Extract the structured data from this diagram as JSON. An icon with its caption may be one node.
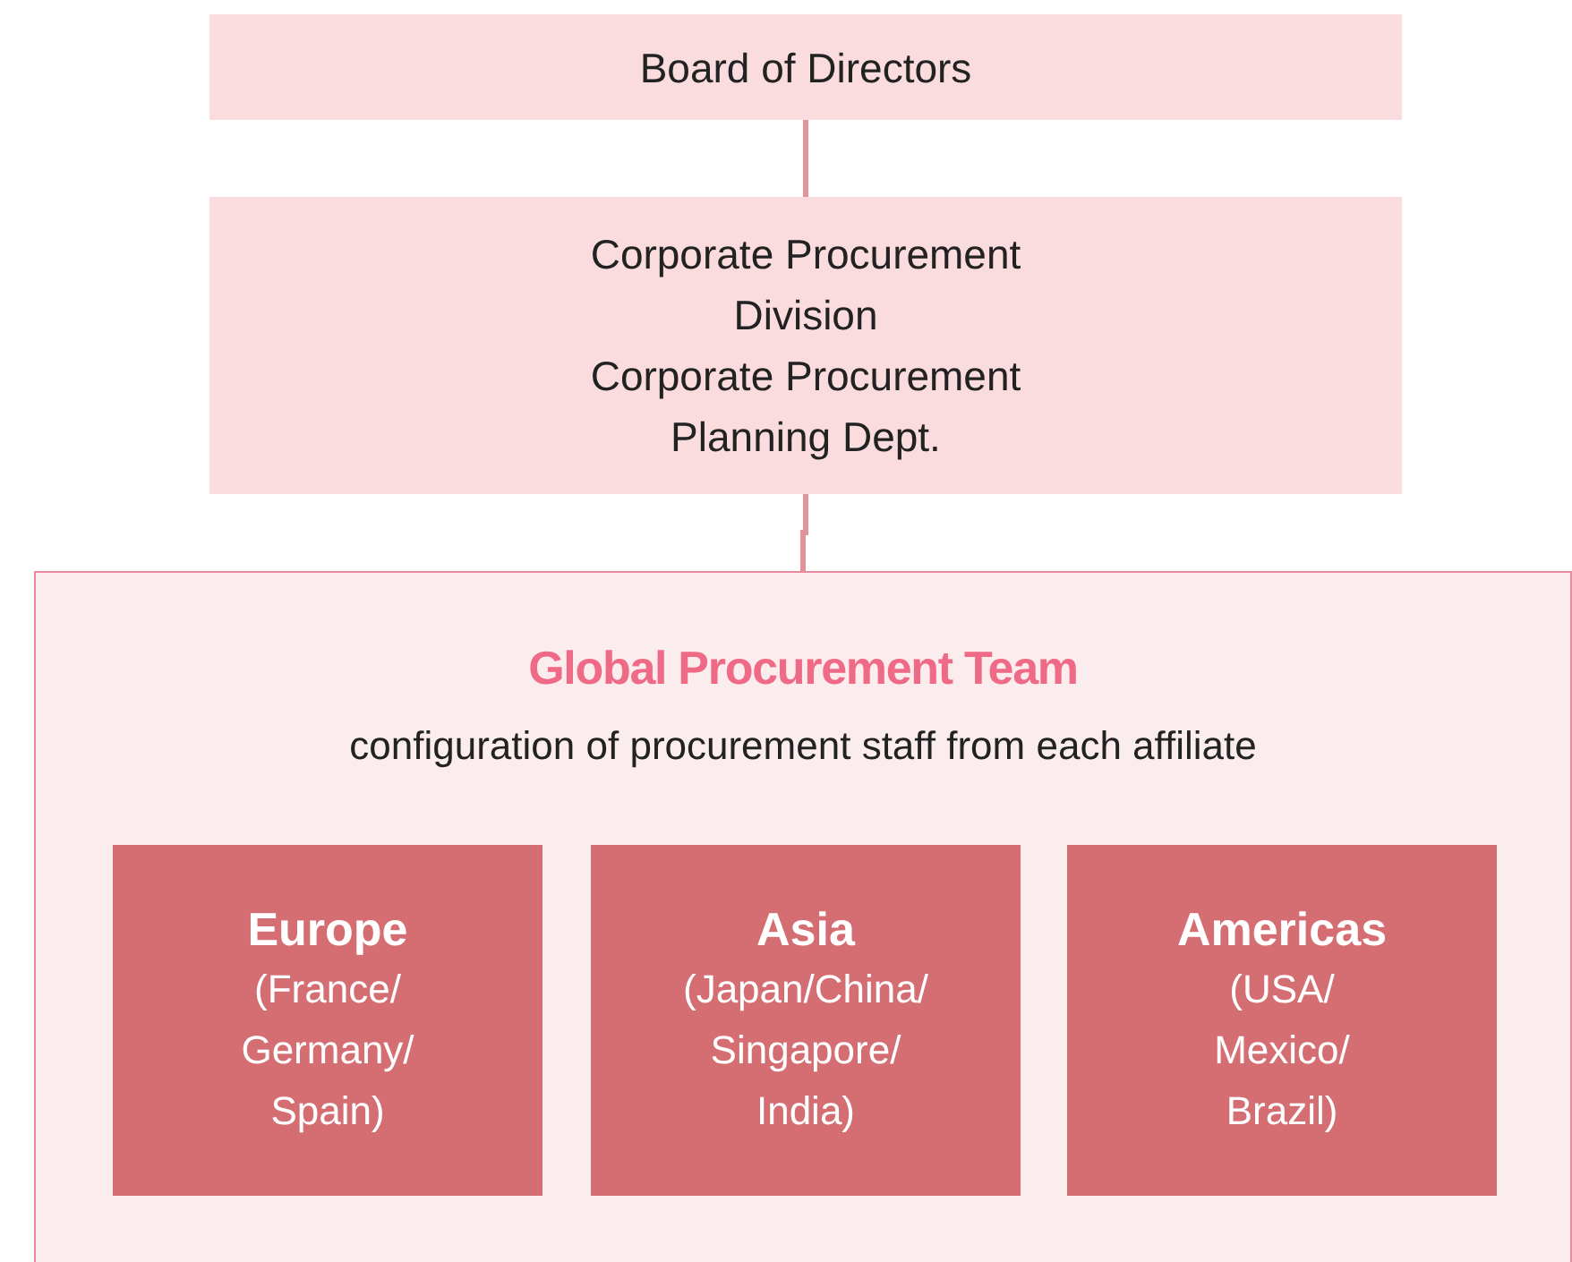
{
  "diagram": {
    "nodes": [
      {
        "text": [
          "Board of Directors"
        ]
      },
      {
        "text": [
          "Corporate Procurement Division",
          "Corporate Procurement Planning Dept."
        ]
      },
      {
        "text": [
          "Global Procurement Team",
          "configuration of procurement staff from each affiliate"
        ]
      },
      {
        "text": [
          "Europe",
          "(France/ Germany/ Spain)"
        ],
        "in": 2
      },
      {
        "text": [
          "Asia",
          "(Japan/China/ Singapore/ India)"
        ],
        "in": 2
      },
      {
        "text": [
          "Americas",
          "(USA/ Mexico/ Brazil)"
        ],
        "in": 2
      }
    ],
    "edges": [
      {
        "from": 0,
        "to": 1,
        "arrow": "none"
      },
      {
        "from": 1,
        "to": 2,
        "arrow": "none"
      }
    ]
  }
}
